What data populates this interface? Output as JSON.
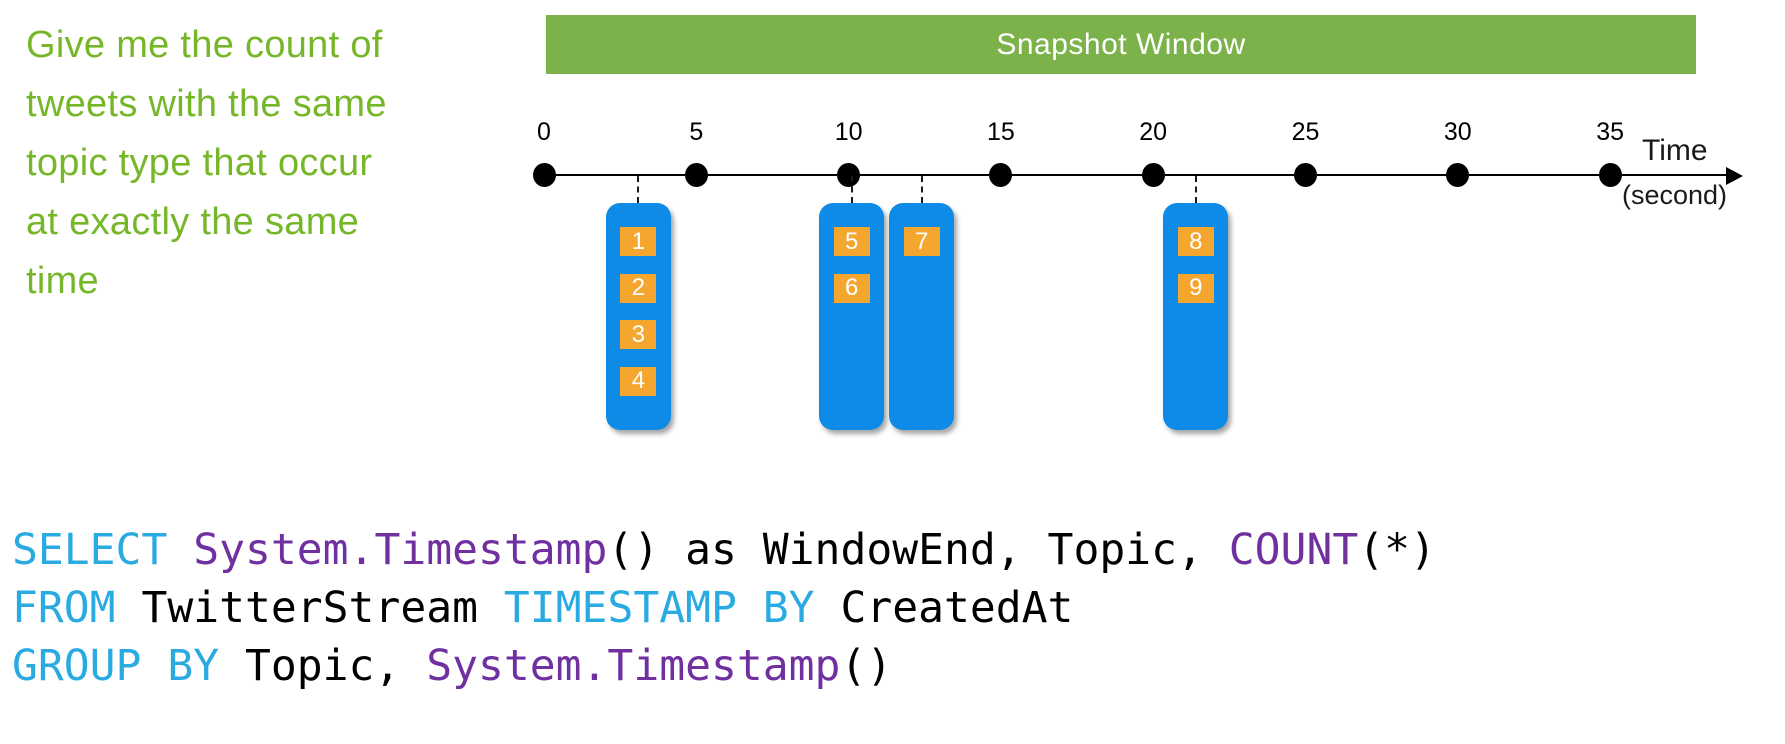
{
  "prompt": {
    "lines": [
      "Give me the count of",
      "tweets with the same",
      "topic type that occur",
      "at exactly the same",
      "time"
    ]
  },
  "banner": {
    "label": "Snapshot Window"
  },
  "timeline": {
    "tick_labels": [
      "0",
      "5",
      "10",
      "15",
      "20",
      "25",
      "30",
      "35"
    ],
    "tick_values": [
      0,
      5,
      10,
      15,
      20,
      25,
      30,
      35
    ],
    "axis_label": "Time",
    "axis_label_unit": "(second)"
  },
  "event_groups": [
    {
      "time_seconds": 3.1,
      "events": [
        "1",
        "2",
        "3",
        "4"
      ]
    },
    {
      "time_seconds": 10.1,
      "events": [
        "5",
        "6"
      ]
    },
    {
      "time_seconds": 12.4,
      "events": [
        "7"
      ]
    },
    {
      "time_seconds": 21.4,
      "events": [
        "8",
        "9"
      ]
    }
  ],
  "code": {
    "lines": [
      [
        {
          "type": "kw",
          "text": "SELECT"
        },
        {
          "type": "plain",
          "text": " "
        },
        {
          "type": "fn",
          "text": "System.Timestamp"
        },
        {
          "type": "plain",
          "text": "() as WindowEnd, Topic, "
        },
        {
          "type": "fn",
          "text": "COUNT"
        },
        {
          "type": "plain",
          "text": "(*)"
        }
      ],
      [
        {
          "type": "kw",
          "text": "FROM"
        },
        {
          "type": "plain",
          "text": " TwitterStream "
        },
        {
          "type": "kw",
          "text": "TIMESTAMP BY"
        },
        {
          "type": "plain",
          "text": " CreatedAt"
        }
      ],
      [
        {
          "type": "kw",
          "text": "GROUP BY"
        },
        {
          "type": "plain",
          "text": " Topic, "
        },
        {
          "type": "fn",
          "text": "System.Timestamp"
        },
        {
          "type": "plain",
          "text": "()"
        }
      ]
    ]
  },
  "colors": {
    "prompt_green": "#76B72A",
    "banner_green": "#7CB24A",
    "event_blue": "#0E8BE6",
    "event_orange": "#F5A62F",
    "keyword_cyan": "#29ABE2",
    "function_purple": "#7030A0",
    "code_black": "#000000"
  }
}
